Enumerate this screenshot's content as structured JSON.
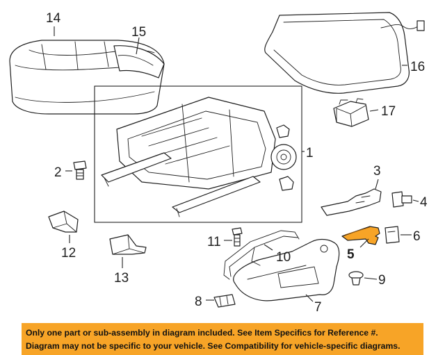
{
  "callouts": {
    "c1": "1",
    "c2": "2",
    "c3": "3",
    "c4": "4",
    "c5": "5",
    "c6": "6",
    "c7": "7",
    "c8": "8",
    "c9": "9",
    "c10": "10",
    "c11": "11",
    "c12": "12",
    "c13": "13",
    "c14": "14",
    "c15": "15",
    "c16": "16",
    "c17": "17"
  },
  "highlighted_part": "5",
  "colors": {
    "highlight": "#f7a427",
    "banner": "#f7a427",
    "line": "#1e1e1e"
  },
  "disclaimer": {
    "line1": "Only one part or sub-assembly in diagram included. See Item Specifics for Reference #.",
    "line2": "Diagram may not be specific to your vehicle. See Compatibility for vehicle-specific diagrams."
  }
}
